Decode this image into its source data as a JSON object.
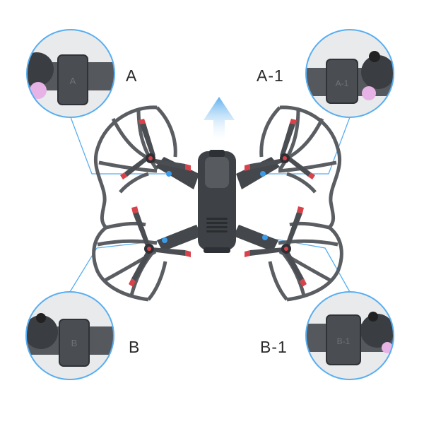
{
  "labels": {
    "a": "A",
    "a1": "A-1",
    "b": "B",
    "b1": "B-1"
  },
  "zoom_tags": {
    "a": "A",
    "a1": "A-1",
    "b": "B",
    "b1": "B-1"
  },
  "colors": {
    "accent_blue": "#3b9be8",
    "arrow_blue": "#5fb0ee",
    "callout_line": "#58aef0",
    "guard_gray": "#5a5d61",
    "body_gray": "#3e4246",
    "prop_gray": "#4a4d51",
    "prop_tip_red": "#d8434b",
    "motor_pink": "#e7b3e6",
    "text": "#2a2a2a"
  },
  "icons": [
    "forward-arrow-icon"
  ]
}
